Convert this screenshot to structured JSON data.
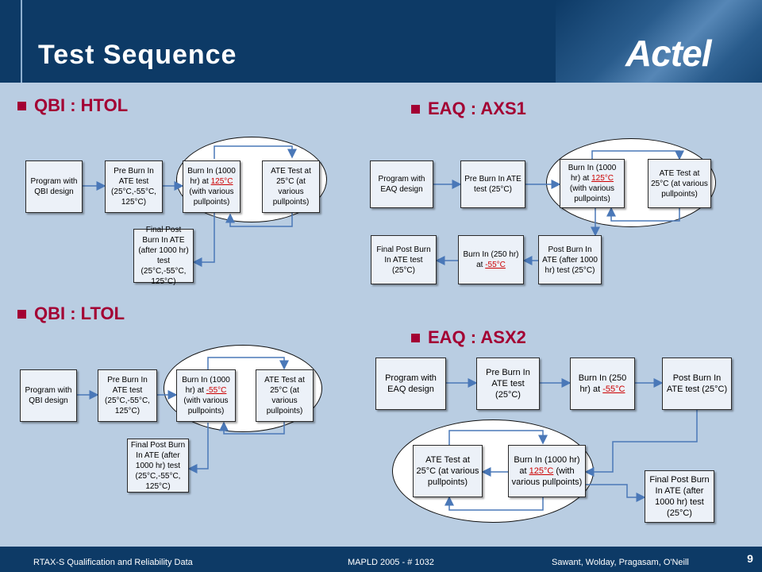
{
  "slide": {
    "title": "Test Sequence",
    "logo": "Actel",
    "page_number": "9"
  },
  "sections": {
    "htol": {
      "title": "QBI : HTOL"
    },
    "ltol": {
      "title": "QBI : LTOL"
    },
    "axs1": {
      "title": "EAQ : AXS1"
    },
    "asx2": {
      "title": "EAQ : ASX2"
    }
  },
  "htol": {
    "program": "Program with QBI design",
    "pre": "Pre Burn In ATE test (25°C,-55°C, 125°C)",
    "burn_a": "Burn In (1000 hr) at ",
    "burn_temp": "125°C",
    "burn_b": " (with various pullpoints)",
    "ate": "ATE Test at 25°C (at various pullpoints)",
    "final": "Final Post Burn In ATE (after 1000 hr)  test (25°C,-55°C, 125°C)"
  },
  "ltol": {
    "program": "Program with QBI design",
    "pre": "Pre Burn In ATE test (25°C,-55°C, 125°C)",
    "burn_a": "Burn In (1000 hr) at ",
    "burn_temp": "-55°C",
    "burn_b": " (with various pullpoints)",
    "ate": "ATE Test at 25°C (at various pullpoints)",
    "final": "Final Post Burn In ATE (after 1000 hr)  test (25°C,-55°C, 125°C)"
  },
  "axs1": {
    "program": "Program with EAQ design",
    "pre": "Pre Burn In ATE test (25°C)",
    "burn_a": "Burn In (1000 hr) at ",
    "burn_temp": "125°C",
    "burn_b": " (with various pullpoints)",
    "ate": "ATE Test at 25°C (at various pullpoints)",
    "post": "Post Burn In ATE (after 1000 hr)  test (25°C)",
    "burn250_a": "Burn In (250 hr) at ",
    "burn250_temp": "-55°C",
    "final": "Final Post Burn In ATE  test (25°C)"
  },
  "asx2": {
    "program": "Program with EAQ design",
    "pre": "Pre Burn In ATE test (25°C)",
    "burn250_a": "Burn In (250 hr) at ",
    "burn250_temp": "-55°C",
    "post": "Post Burn In ATE  test (25°C)",
    "ate": "ATE Test at 25°C (at various pullpoints)",
    "burn_a": "Burn In (1000 hr) at ",
    "burn_temp": "125°C",
    "burn_b": " (with various pullpoints)",
    "final": "Final Post Burn In ATE (after 1000 hr)  test (25°C)"
  },
  "footer": {
    "left": "RTAX-S Qualification and Reliability Data",
    "center": "MAPLD 2005 - # 1032",
    "right": "Sawant, Wolday, Pragasam, O'Neill"
  },
  "colors": {
    "header": "#0d3a66",
    "background": "#b9cde2",
    "section_title": "#a30033",
    "arrow": "#4a78b8",
    "highlight": "#cc0000"
  }
}
